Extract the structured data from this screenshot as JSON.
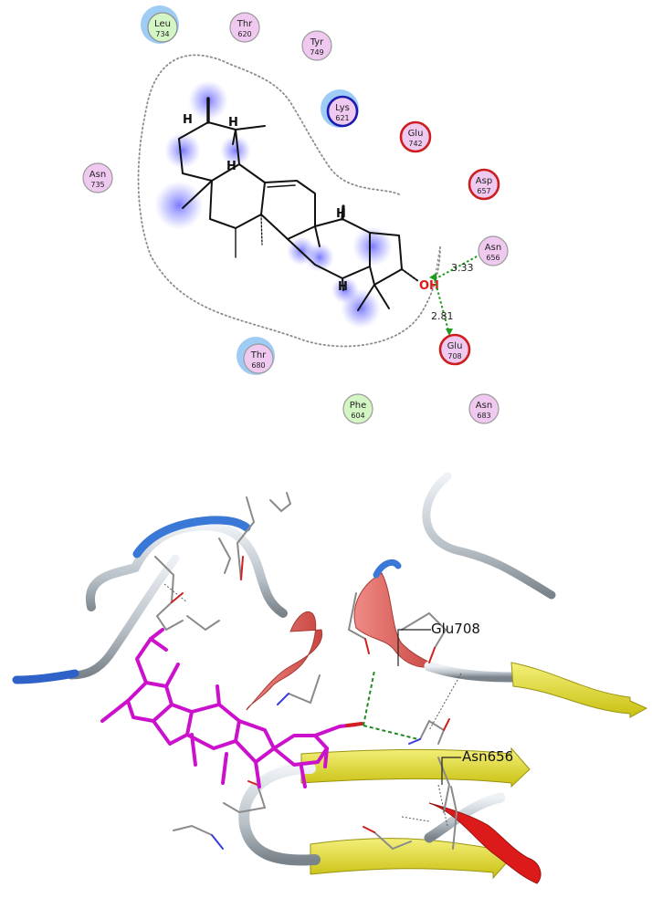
{
  "interaction_map": {
    "residues": [
      {
        "name": "Leu",
        "number": "734",
        "fill": "#d4f5c4",
        "ring": "#8e8e8e",
        "halo": true,
        "bold": false
      },
      {
        "name": "Thr",
        "number": "620",
        "fill": "#f0c9f0",
        "ring": "#9a9a9a",
        "halo": false,
        "bold": false
      },
      {
        "name": "Tyr",
        "number": "749",
        "fill": "#f0c9f0",
        "ring": "#9a9a9a",
        "halo": false,
        "bold": false
      },
      {
        "name": "Lys",
        "number": "621",
        "fill": "#f0c9f0",
        "ring": "#1b1bb0",
        "halo": true,
        "bold": true
      },
      {
        "name": "Glu",
        "number": "742",
        "fill": "#f0c9f0",
        "ring": "#cc1e1e",
        "halo": false,
        "bold": true
      },
      {
        "name": "Asp",
        "number": "657",
        "fill": "#f0c9f0",
        "ring": "#cc1e1e",
        "halo": false,
        "bold": true
      },
      {
        "name": "Asn",
        "number": "735",
        "fill": "#f0c9f0",
        "ring": "#9a9a9a",
        "halo": false,
        "bold": false
      },
      {
        "name": "Asn",
        "number": "656",
        "fill": "#f0c9f0",
        "ring": "#9a9a9a",
        "halo": false,
        "bold": false
      },
      {
        "name": "Glu",
        "number": "708",
        "fill": "#f0c9f0",
        "ring": "#cc1e1e",
        "halo": false,
        "bold": true
      },
      {
        "name": "Thr",
        "number": "680",
        "fill": "#f0c9f0",
        "ring": "#9a9a9a",
        "halo": true,
        "bold": false
      },
      {
        "name": "Phe",
        "number": "604",
        "fill": "#d4f5c4",
        "ring": "#9a9a9a",
        "halo": false,
        "bold": false
      },
      {
        "name": "Asn",
        "number": "683",
        "fill": "#f0c9f0",
        "ring": "#9a9a9a",
        "halo": false,
        "bold": false
      }
    ],
    "hbonds": [
      "3.33",
      "2.81"
    ],
    "ligand_labels": {
      "oh": "OH",
      "h": "H"
    },
    "colors": {
      "hbond": "#1f9a1f",
      "exposure": "#5050ff",
      "pocket": "#8c8c8c"
    }
  },
  "structure_3d": {
    "labels": [
      "Glu708",
      "Asn656"
    ],
    "colors": {
      "ligand": "#cc11cc",
      "helix": "#e0605c",
      "helix_strong": "#dd1a1a",
      "sheet": "#e8e030",
      "coil": "#c8d0d8",
      "turn": "#3a78d8",
      "stick": "#888888",
      "hbond": "#1f8a1f"
    }
  }
}
